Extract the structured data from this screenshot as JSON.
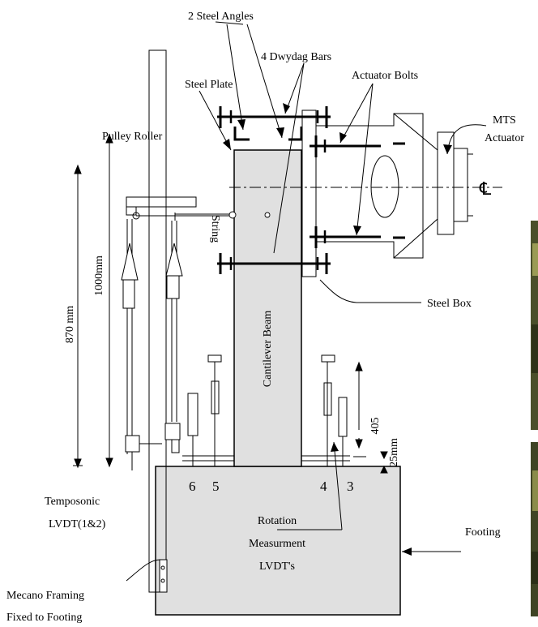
{
  "labels": {
    "steel_angles": "2 Steel Angles",
    "dwydag_bars": "4 Dwydag Bars",
    "steel_plate": "Steel Plate",
    "actuator_bolts": "Actuator Bolts",
    "mts": "MTS",
    "actuator": "Actuator",
    "pulley_roller": "Pulley Roller",
    "string": "String",
    "dim_870": "870 mm",
    "dim_1000": "1000mm",
    "cantilever_beam": "Cantilever Beam",
    "steel_box": "Steel Box",
    "dim_405": "405",
    "dim_25": "25mm",
    "lvdt_6": "6",
    "lvdt_5": "5",
    "lvdt_4": "4",
    "lvdt_3": "3",
    "temposonic_1": "Temposonic",
    "temposonic_2": "LVDT(1&2)",
    "rotation_1": "Rotation",
    "rotation_2": "Measurment",
    "rotation_3": "LVDT's",
    "footing": "Footing",
    "mecano_1": "Mecano Framing",
    "mecano_2": "Fixed to Footing",
    "centerline_symbol": "℄"
  },
  "colors": {
    "fill_gray": "#e0e0e0",
    "stroke": "#000000",
    "photo_dark": "#3b3f22",
    "photo_mid": "#8a8c4a"
  }
}
